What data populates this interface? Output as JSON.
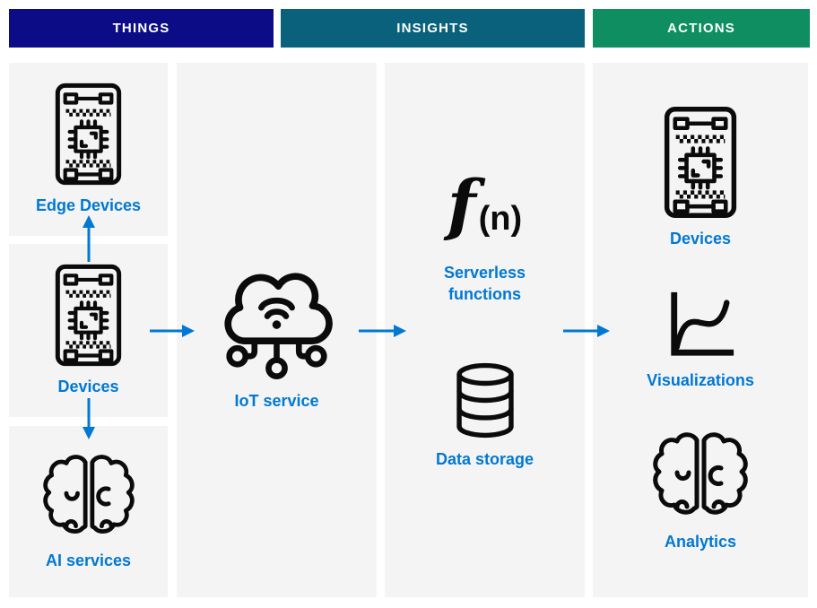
{
  "headers": {
    "things": {
      "label": "THINGS",
      "bg": "#0C0C87"
    },
    "insights": {
      "label": "INSIGHTS",
      "bg": "#09617C"
    },
    "actions": {
      "label": "ACTIONS",
      "bg": "#0E8E61"
    }
  },
  "columns": {
    "things": {
      "edge_devices": {
        "label": "Edge Devices",
        "icon": "circuit-board-device-icon"
      },
      "devices": {
        "label": "Devices",
        "icon": "circuit-board-device-icon"
      },
      "ai_services": {
        "label": "AI services",
        "icon": "brain-icon"
      }
    },
    "iot_service": {
      "label": "IoT service",
      "icon": "iot-cloud-icon"
    },
    "insights": {
      "serverless": {
        "symbol_f": "f",
        "symbol_n": "(n)",
        "label": "Serverless functions",
        "icon": "function-symbol"
      },
      "data_storage": {
        "label": "Data storage",
        "icon": "database-icon"
      }
    },
    "actions": {
      "devices": {
        "label": "Devices",
        "icon": "circuit-board-device-icon"
      },
      "visualizations": {
        "label": "Visualizations",
        "icon": "line-chart-icon"
      },
      "analytics": {
        "label": "Analytics",
        "icon": "brain-icon"
      }
    }
  },
  "flows": [
    "devices-to-edge-devices",
    "devices-to-ai-services",
    "devices-to-iot-service",
    "iot-service-to-insights",
    "insights-to-actions"
  ],
  "colors": {
    "label_blue": "#0078D4",
    "arrow_blue": "#0078D4",
    "panel_bg": "#F4F4F4",
    "icon_black": "#0B0B0B",
    "header_text": "#FFFFFF"
  }
}
